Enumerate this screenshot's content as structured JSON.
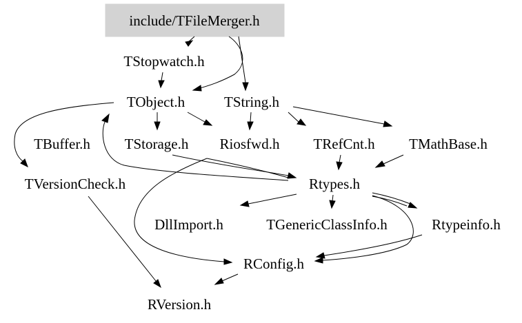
{
  "nodes": {
    "root": "include/TFileMerger.h",
    "tstopwatch": "TStopwatch.h",
    "tobject": "TObject.h",
    "tstring": "TString.h",
    "tbuffer": "TBuffer.h",
    "tstorage": "TStorage.h",
    "riosfwd": "Riosfwd.h",
    "trefcnt": "TRefCnt.h",
    "tmathbase": "TMathBase.h",
    "tversioncheck": "TVersionCheck.h",
    "rtypes": "Rtypes.h",
    "dllimport": "DllImport.h",
    "tgenericclassinfo": "TGenericClassInfo.h",
    "rtypeinfo": "Rtypeinfo.h",
    "rconfig": "RConfig.h",
    "rversion": "RVersion.h"
  },
  "colors": {
    "root_fill": "#d3d3d3",
    "text": "#000000",
    "edge": "#000000",
    "background": "#ffffff"
  }
}
